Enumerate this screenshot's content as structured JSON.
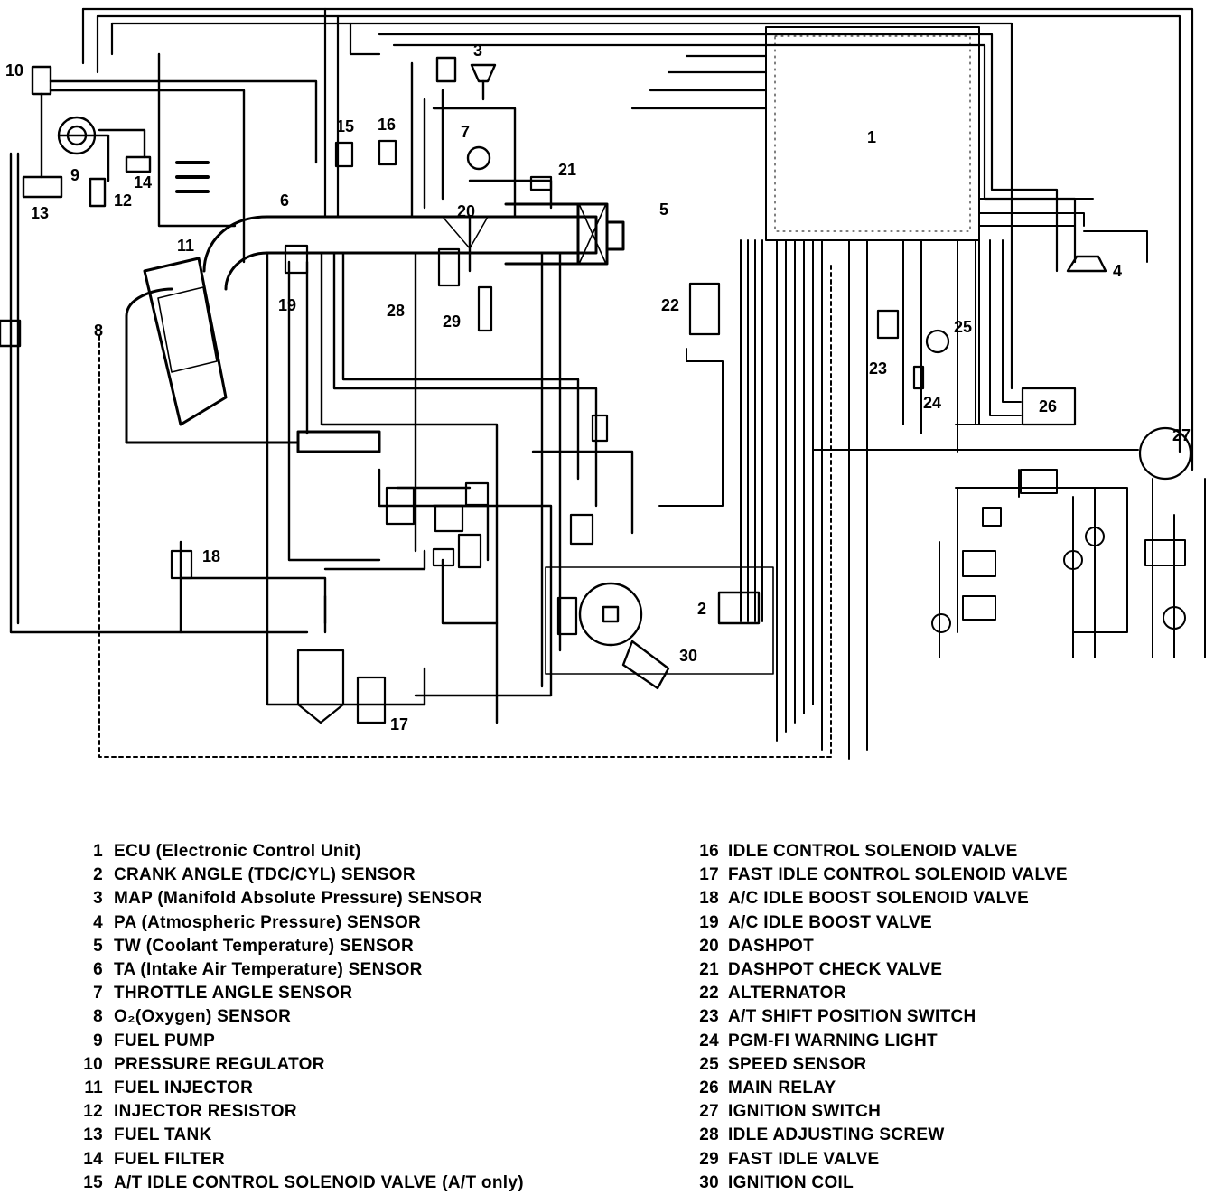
{
  "diagram": {
    "callouts": [
      "1",
      "2",
      "3",
      "4",
      "5",
      "6",
      "7",
      "8",
      "9",
      "10",
      "11",
      "12",
      "13",
      "14",
      "15",
      "16",
      "17",
      "18",
      "19",
      "20",
      "21",
      "22",
      "23",
      "24",
      "25",
      "26",
      "27",
      "28",
      "29",
      "30"
    ]
  },
  "legend": [
    {
      "num": "1",
      "label": "ECU (Electronic Control Unit)"
    },
    {
      "num": "2",
      "label": "CRANK ANGLE (TDC/CYL) SENSOR"
    },
    {
      "num": "3",
      "label": "MAP (Manifold Absolute Pressure) SENSOR"
    },
    {
      "num": "4",
      "label": "PA (Atmospheric Pressure) SENSOR"
    },
    {
      "num": "5",
      "label": "TW (Coolant Temperature) SENSOR"
    },
    {
      "num": "6",
      "label": "TA (Intake Air Temperature) SENSOR"
    },
    {
      "num": "7",
      "label": "THROTTLE ANGLE SENSOR"
    },
    {
      "num": "8",
      "label": "O₂(Oxygen) SENSOR"
    },
    {
      "num": "9",
      "label": "FUEL PUMP"
    },
    {
      "num": "10",
      "label": "PRESSURE REGULATOR"
    },
    {
      "num": "11",
      "label": "FUEL INJECTOR"
    },
    {
      "num": "12",
      "label": "INJECTOR RESISTOR"
    },
    {
      "num": "13",
      "label": "FUEL TANK"
    },
    {
      "num": "14",
      "label": "FUEL FILTER"
    },
    {
      "num": "15",
      "label": "A/T IDLE CONTROL SOLENOID VALVE (A/T only)"
    },
    {
      "num": "16",
      "label": "IDLE CONTROL SOLENOID VALVE"
    },
    {
      "num": "17",
      "label": "FAST IDLE CONTROL SOLENOID VALVE"
    },
    {
      "num": "18",
      "label": "A/C IDLE BOOST SOLENOID VALVE"
    },
    {
      "num": "19",
      "label": "A/C IDLE BOOST VALVE"
    },
    {
      "num": "20",
      "label": "DASHPOT"
    },
    {
      "num": "21",
      "label": "DASHPOT CHECK VALVE"
    },
    {
      "num": "22",
      "label": "ALTERNATOR"
    },
    {
      "num": "23",
      "label": "A/T SHIFT POSITION SWITCH"
    },
    {
      "num": "24",
      "label": "PGM-FI WARNING LIGHT"
    },
    {
      "num": "25",
      "label": "SPEED SENSOR"
    },
    {
      "num": "26",
      "label": "MAIN RELAY"
    },
    {
      "num": "27",
      "label": "IGNITION SWITCH"
    },
    {
      "num": "28",
      "label": "IDLE ADJUSTING SCREW"
    },
    {
      "num": "29",
      "label": "FAST IDLE VALVE"
    },
    {
      "num": "30",
      "label": "IGNITION COIL"
    }
  ]
}
